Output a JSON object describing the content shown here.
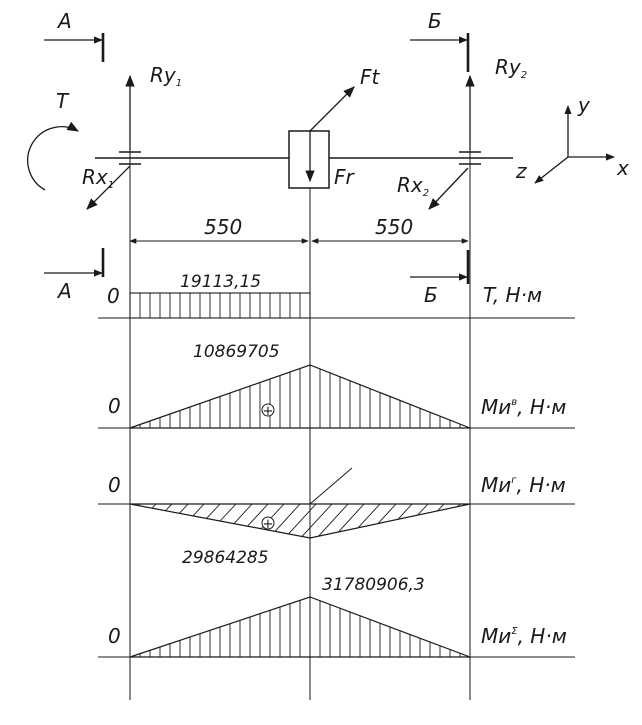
{
  "sections": {
    "section_a": "А",
    "section_b": "Б"
  },
  "labels": {
    "torque": "T",
    "force_ft": "Ft",
    "force_fr": "Fr",
    "ry1": "Ry",
    "ry1_sub": "1",
    "ry2": "Ry",
    "ry2_sub": "2",
    "rx1": "Rx",
    "rx1_sub": "1",
    "rx2": "Rx",
    "rx2_sub": "2",
    "axis_x": "x",
    "axis_y": "y",
    "axis_z": "z"
  },
  "dimensions": {
    "left_span": "550",
    "right_span": "550"
  },
  "diagrams": [
    {
      "id": "torque",
      "zero": "0",
      "axis_label": "T, Н·м",
      "value_label": "19113,15",
      "sign": ""
    },
    {
      "id": "moment-vertical",
      "zero": "0",
      "axis_label": "Mи",
      "axis_sup": "в",
      "axis_unit": ", Н·м",
      "value_label": "10869705",
      "sign": "+"
    },
    {
      "id": "moment-horizontal",
      "zero": "0",
      "axis_label": "Mи",
      "axis_sup": "г",
      "axis_unit": ", Н·м",
      "value_label": "29864285",
      "sign": "+"
    },
    {
      "id": "moment-total",
      "zero": "0",
      "axis_label": "Mи",
      "axis_sup": "Σ",
      "axis_unit": ", Н·м",
      "value_label": "31780906,3",
      "sign": ""
    }
  ],
  "colors": {
    "ink": "#1a1a1a",
    "background": "#ffffff"
  }
}
